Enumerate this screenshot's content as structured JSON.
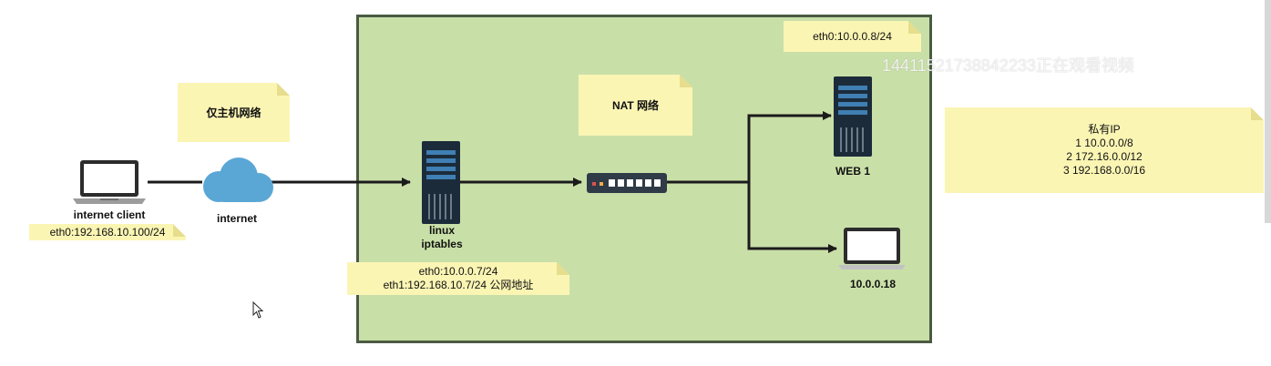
{
  "zone": {
    "label": "NAT 网络"
  },
  "notes": {
    "host_only": "仅主机网络",
    "nat": "NAT 网络",
    "web_eth0": "eth0:10.0.0.8/24",
    "linux_ifaces": "eth0:10.0.0.7/24\neth1:192.168.10.7/24 公网地址",
    "client_eth0": "eth0:192.168.10.100/24",
    "private_ip": "私有IP\n1 10.0.0.0/8\n2 172.16.0.0/12\n3 192.168.0.0/16"
  },
  "nodes": {
    "client": "internet client",
    "internet": "internet",
    "linux": "linux\niptables",
    "web1": "WEB 1",
    "host18": "10.0.0.18"
  },
  "overlay": {
    "watermark": "14411521738842233正在观看视频"
  },
  "colors": {
    "zone_fill": "#c9dfa8",
    "zone_border": "#4a5a43",
    "note_fill": "#fbf5b4",
    "server": "#1c2b3a",
    "cloud": "#5aa7d6"
  }
}
